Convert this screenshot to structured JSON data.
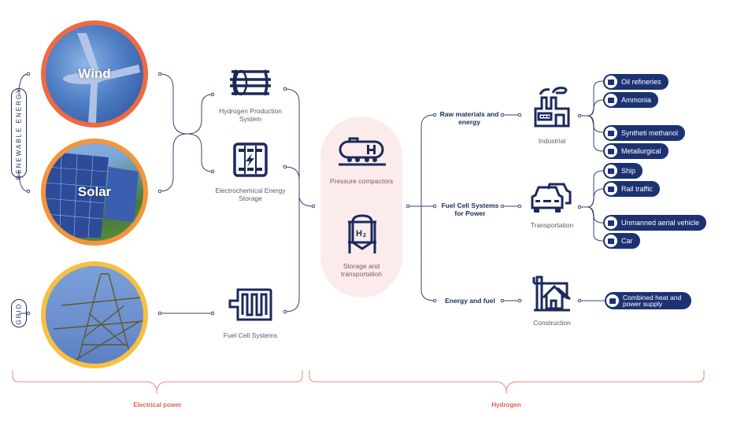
{
  "sources": {
    "renewable_label": "RENEWABLE ENERGY",
    "grid_label": "GRID",
    "circles": [
      {
        "label": "Wind",
        "ring_color": "#ee6a44"
      },
      {
        "label": "Solar",
        "ring_color": "#f3953a"
      },
      {
        "label": "",
        "ring_color": "#f6c042"
      }
    ]
  },
  "systems": [
    {
      "icon": "hydrogen-production-icon",
      "label": "Hydrogen Production System"
    },
    {
      "icon": "battery-storage-icon",
      "label": "Electrochemical Energy Storage"
    },
    {
      "icon": "fuel-cell-icon",
      "label": "Fuel Cell Systems"
    }
  ],
  "hydrogen_handling": [
    {
      "icon": "tank-wagon-icon",
      "label": "Pressure compactors"
    },
    {
      "icon": "h2-storage-tank-icon",
      "label": "Storage and transportation"
    }
  ],
  "uses": [
    {
      "category": "Raw materials and energy",
      "sector": "Industrial",
      "sector_icon": "factory-icon",
      "applications": [
        {
          "icon": "oil-refinery-icon",
          "label": "Oil refineries"
        },
        {
          "icon": "ammonia-icon",
          "label": "Ammonia"
        },
        {
          "icon": "methanol-icon",
          "label": "Syntheti methanol"
        },
        {
          "icon": "metallurgy-icon",
          "label": "Metallurgical"
        }
      ]
    },
    {
      "category": "Fuel Cell Systems for Power",
      "sector": "Transportation",
      "sector_icon": "cars-icon",
      "applications": [
        {
          "icon": "ship-icon",
          "label": "Ship"
        },
        {
          "icon": "train-icon",
          "label": "Rail traffic"
        },
        {
          "icon": "drone-icon",
          "label": "Unmanned aerial vehicle"
        },
        {
          "icon": "car-icon",
          "label": "Car"
        }
      ]
    },
    {
      "category": "Energy and fuel",
      "sector": "Construction",
      "sector_icon": "house-crane-icon",
      "applications": [
        {
          "icon": "building-icon",
          "label": "Combined heat and power supply"
        }
      ]
    }
  ],
  "sections": {
    "left": "Electrical power",
    "right": "Hydrogen"
  },
  "colors": {
    "navy": "#1b2a5c",
    "pill": "#1c3272",
    "accent": "#e0624f",
    "capsule": "#fbeceb"
  }
}
